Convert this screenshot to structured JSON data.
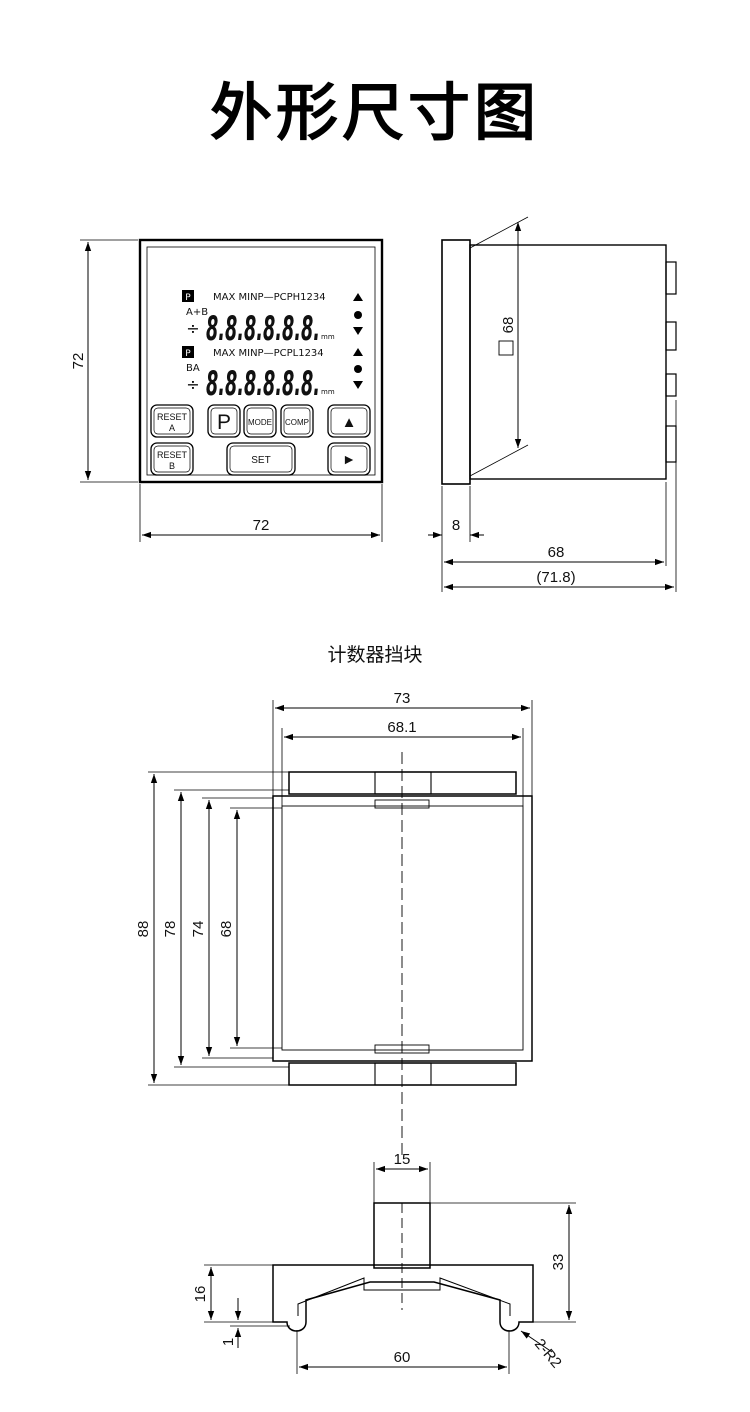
{
  "title": "外形尺寸图",
  "front_view": {
    "height_label": "72",
    "width_label": "72",
    "display": {
      "row1": {
        "p_tag": "P",
        "header": "MAX MINP—PCPH1234",
        "label": "A+B",
        "digits": "8.8.8.8.8.8.",
        "unit": "mm"
      },
      "row2": {
        "p_tag": "P",
        "header": "MAX MINP—PCPL1234",
        "label": "BA",
        "digits": "8.8.8.8.8.8.",
        "unit": "mm"
      }
    },
    "buttons": {
      "reset_a": "RESET A",
      "p": "P",
      "mode": "MODE",
      "comp": "COMP",
      "up": "▲",
      "reset_b": "RESET B",
      "set": "SET",
      "right": "►"
    }
  },
  "side_view": {
    "panel_label": "68",
    "depth_bezel": "8",
    "depth_body": "68",
    "depth_total": "(71.8)"
  },
  "bracket_section": {
    "title": "计数器挡块",
    "top_view": {
      "w_outer": "73",
      "w_inner": "68.1",
      "h_88": "88",
      "h_78": "78",
      "h_74": "74",
      "h_68": "68"
    },
    "side_view": {
      "w_tab": "15",
      "h_33": "33",
      "h_16": "16",
      "h_1": "1",
      "w_60": "60",
      "radius": "2-R2"
    }
  }
}
